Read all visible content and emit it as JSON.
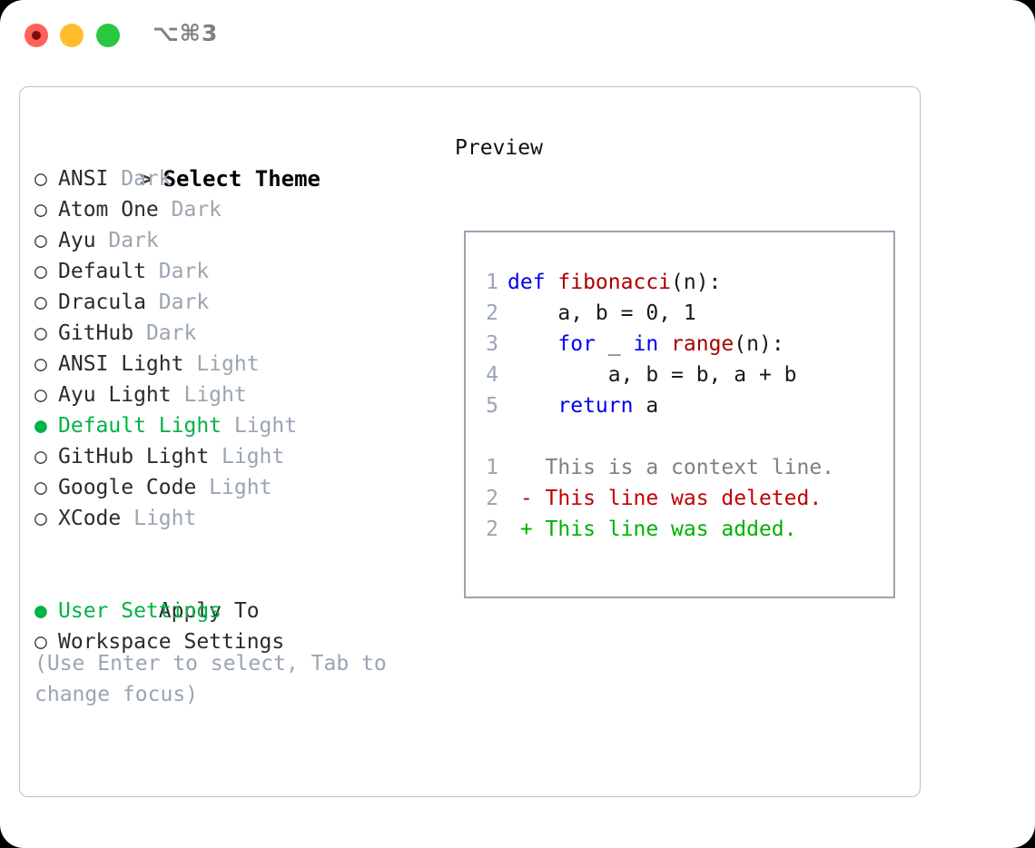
{
  "titlebar": {
    "shortcut": "⌥⌘3",
    "buttons": {
      "close": "close-button",
      "minimize": "minimize-button",
      "maximize": "maximize-button"
    }
  },
  "colors": {
    "accent_green": "#00b347",
    "muted": "#9aa5b1",
    "keyword_blue": "#0000ee",
    "function_red": "#a80000",
    "diff_added": "#00b000",
    "diff_deleted": "#c00000",
    "border": "#b8c2cc",
    "preview_border": "#9aa5b1",
    "close_red": "#ff6159",
    "minimize_yellow": "#ffbd2e",
    "maximize_green": "#28c840"
  },
  "theme_list": {
    "header": "Select Theme",
    "header_prefix": ">",
    "bullet_unselected": "○",
    "bullet_selected": "●",
    "items": [
      {
        "name": "ANSI",
        "variant": "Dark",
        "selected": false
      },
      {
        "name": "Atom One",
        "variant": "Dark",
        "selected": false
      },
      {
        "name": "Ayu",
        "variant": "Dark",
        "selected": false
      },
      {
        "name": "Default",
        "variant": "Dark",
        "selected": false
      },
      {
        "name": "Dracula",
        "variant": "Dark",
        "selected": false
      },
      {
        "name": "GitHub",
        "variant": "Dark",
        "selected": false
      },
      {
        "name": "ANSI Light",
        "variant": "Light",
        "selected": false
      },
      {
        "name": "Ayu Light",
        "variant": "Light",
        "selected": false
      },
      {
        "name": "Default Light",
        "variant": "Light",
        "selected": true
      },
      {
        "name": "GitHub Light",
        "variant": "Light",
        "selected": false
      },
      {
        "name": "Google Code",
        "variant": "Light",
        "selected": false
      },
      {
        "name": "XCode",
        "variant": "Light",
        "selected": false
      }
    ]
  },
  "apply_to": {
    "title": "Apply To",
    "items": [
      {
        "name": "User Settings",
        "selected": true
      },
      {
        "name": "Workspace Settings",
        "selected": false
      }
    ]
  },
  "hint": "(Use Enter to select, Tab to change focus)",
  "preview": {
    "title": "Preview",
    "code_lines": [
      {
        "no": "1",
        "indent": "",
        "tokens": [
          {
            "t": "def ",
            "c": "kw"
          },
          {
            "t": "fibonacci",
            "c": "fn"
          },
          {
            "t": "(n):",
            "c": "pl"
          }
        ]
      },
      {
        "no": "2",
        "indent": "    ",
        "tokens": [
          {
            "t": "a, b = 0, 1",
            "c": "pl"
          }
        ]
      },
      {
        "no": "3",
        "indent": "    ",
        "tokens": [
          {
            "t": "for ",
            "c": "kw"
          },
          {
            "t": "_ ",
            "c": "pl"
          },
          {
            "t": "in ",
            "c": "kw"
          },
          {
            "t": "range",
            "c": "fn"
          },
          {
            "t": "(n):",
            "c": "pl"
          }
        ]
      },
      {
        "no": "4",
        "indent": "        ",
        "tokens": [
          {
            "t": "a, b = b, a + b",
            "c": "pl"
          }
        ]
      },
      {
        "no": "5",
        "indent": "    ",
        "tokens": [
          {
            "t": "return ",
            "c": "kw"
          },
          {
            "t": "a",
            "c": "pl"
          }
        ]
      }
    ],
    "diff_lines": [
      {
        "no": "1",
        "marker": "  ",
        "text": "This is a context line.",
        "kind": "ctx"
      },
      {
        "no": "2",
        "marker": "- ",
        "text": "This line was deleted.",
        "kind": "del"
      },
      {
        "no": "2",
        "marker": "+ ",
        "text": "This line was added.",
        "kind": "add"
      }
    ]
  }
}
